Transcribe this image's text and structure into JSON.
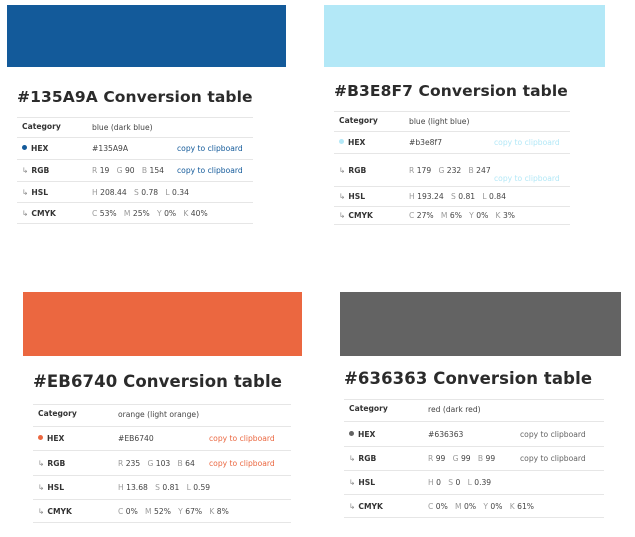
{
  "panels": [
    {
      "title": "#135A9A Conversion table",
      "color": "#135A9A",
      "link_color": "#135A9A",
      "rows": {
        "category": {
          "label": "Category",
          "value": "blue (dark blue)"
        },
        "hex": {
          "label": "HEX",
          "value": "#135A9A",
          "copy": "copy to clipboard"
        },
        "rgb": {
          "label": "RGB",
          "r_key": "R",
          "r": "19",
          "g_key": "G",
          "g": "90",
          "b_key": "B",
          "b": "154",
          "copy": "copy to clipboard"
        },
        "hsl": {
          "label": "HSL",
          "h_key": "H",
          "h": "208.44",
          "s_key": "S",
          "s": "0.78",
          "l_key": "L",
          "l": "0.34"
        },
        "cmyk": {
          "label": "CMYK",
          "c_key": "C",
          "c": "53%",
          "m_key": "M",
          "m": "25%",
          "y_key": "Y",
          "y": "0%",
          "k_key": "K",
          "k": "40%"
        }
      }
    },
    {
      "title": "#B3E8F7 Conversion table",
      "color": "#B3E8F7",
      "link_color": "#B3E8F7",
      "rows": {
        "category": {
          "label": "Category",
          "value": "blue (light blue)"
        },
        "hex": {
          "label": "HEX",
          "value": "#b3e8f7",
          "copy": "copy to clipboard"
        },
        "rgb": {
          "label": "RGB",
          "r_key": "R",
          "r": "179",
          "g_key": "G",
          "g": "232",
          "b_key": "B",
          "b": "247",
          "copy": "copy to clipboard"
        },
        "hsl": {
          "label": "HSL",
          "h_key": "H",
          "h": "193.24",
          "s_key": "S",
          "s": "0.81",
          "l_key": "L",
          "l": "0.84"
        },
        "cmyk": {
          "label": "CMYK",
          "c_key": "C",
          "c": "27%",
          "m_key": "M",
          "m": "6%",
          "y_key": "Y",
          "y": "0%",
          "k_key": "K",
          "k": "3%"
        }
      }
    },
    {
      "title": "#EB6740 Conversion table",
      "color": "#EB6740",
      "link_color": "#EB6740",
      "rows": {
        "category": {
          "label": "Category",
          "value": "orange (light orange)"
        },
        "hex": {
          "label": "HEX",
          "value": "#EB6740",
          "copy": "copy to clipboard"
        },
        "rgb": {
          "label": "RGB",
          "r_key": "R",
          "r": "235",
          "g_key": "G",
          "g": "103",
          "b_key": "B",
          "b": "64",
          "copy": "copy to clipboard"
        },
        "hsl": {
          "label": "HSL",
          "h_key": "H",
          "h": "13.68",
          "s_key": "S",
          "s": "0.81",
          "l_key": "L",
          "l": "0.59"
        },
        "cmyk": {
          "label": "CMYK",
          "c_key": "C",
          "c": "0%",
          "m_key": "M",
          "m": "52%",
          "y_key": "Y",
          "y": "67%",
          "k_key": "K",
          "k": "8%"
        }
      }
    },
    {
      "title": "#636363 Conversion table",
      "color": "#636363",
      "link_color": "#636363",
      "rows": {
        "category": {
          "label": "Category",
          "value": "red (dark red)"
        },
        "hex": {
          "label": "HEX",
          "value": "#636363",
          "copy": "copy to clipboard"
        },
        "rgb": {
          "label": "RGB",
          "r_key": "R",
          "r": "99",
          "g_key": "G",
          "g": "99",
          "b_key": "B",
          "b": "99",
          "copy": "copy to clipboard"
        },
        "hsl": {
          "label": "HSL",
          "h_key": "H",
          "h": "0",
          "s_key": "S",
          "s": "0",
          "l_key": "L",
          "l": "0.39"
        },
        "cmyk": {
          "label": "CMYK",
          "c_key": "C",
          "c": "0%",
          "m_key": "M",
          "m": "0%",
          "y_key": "Y",
          "y": "0%",
          "k_key": "K",
          "k": "61%"
        }
      }
    }
  ]
}
